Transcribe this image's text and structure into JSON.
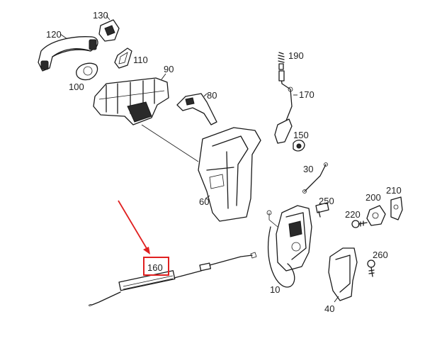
{
  "parts": [
    {
      "id": "p10",
      "number": "10"
    },
    {
      "id": "p30",
      "number": "30"
    },
    {
      "id": "p40",
      "number": "40"
    },
    {
      "id": "p60",
      "number": "60"
    },
    {
      "id": "p80",
      "number": "80"
    },
    {
      "id": "p90",
      "number": "90"
    },
    {
      "id": "p100",
      "number": "100"
    },
    {
      "id": "p110",
      "number": "110"
    },
    {
      "id": "p120",
      "number": "120"
    },
    {
      "id": "p130",
      "number": "130"
    },
    {
      "id": "p150",
      "number": "150"
    },
    {
      "id": "p160",
      "number": "160"
    },
    {
      "id": "p170",
      "number": "170"
    },
    {
      "id": "p190",
      "number": "190"
    },
    {
      "id": "p200",
      "number": "200"
    },
    {
      "id": "p210",
      "number": "210"
    },
    {
      "id": "p220",
      "number": "220"
    },
    {
      "id": "p250",
      "number": "250"
    },
    {
      "id": "p260",
      "number": "260"
    }
  ],
  "highlight": {
    "part": "160",
    "color": "#e02020"
  }
}
